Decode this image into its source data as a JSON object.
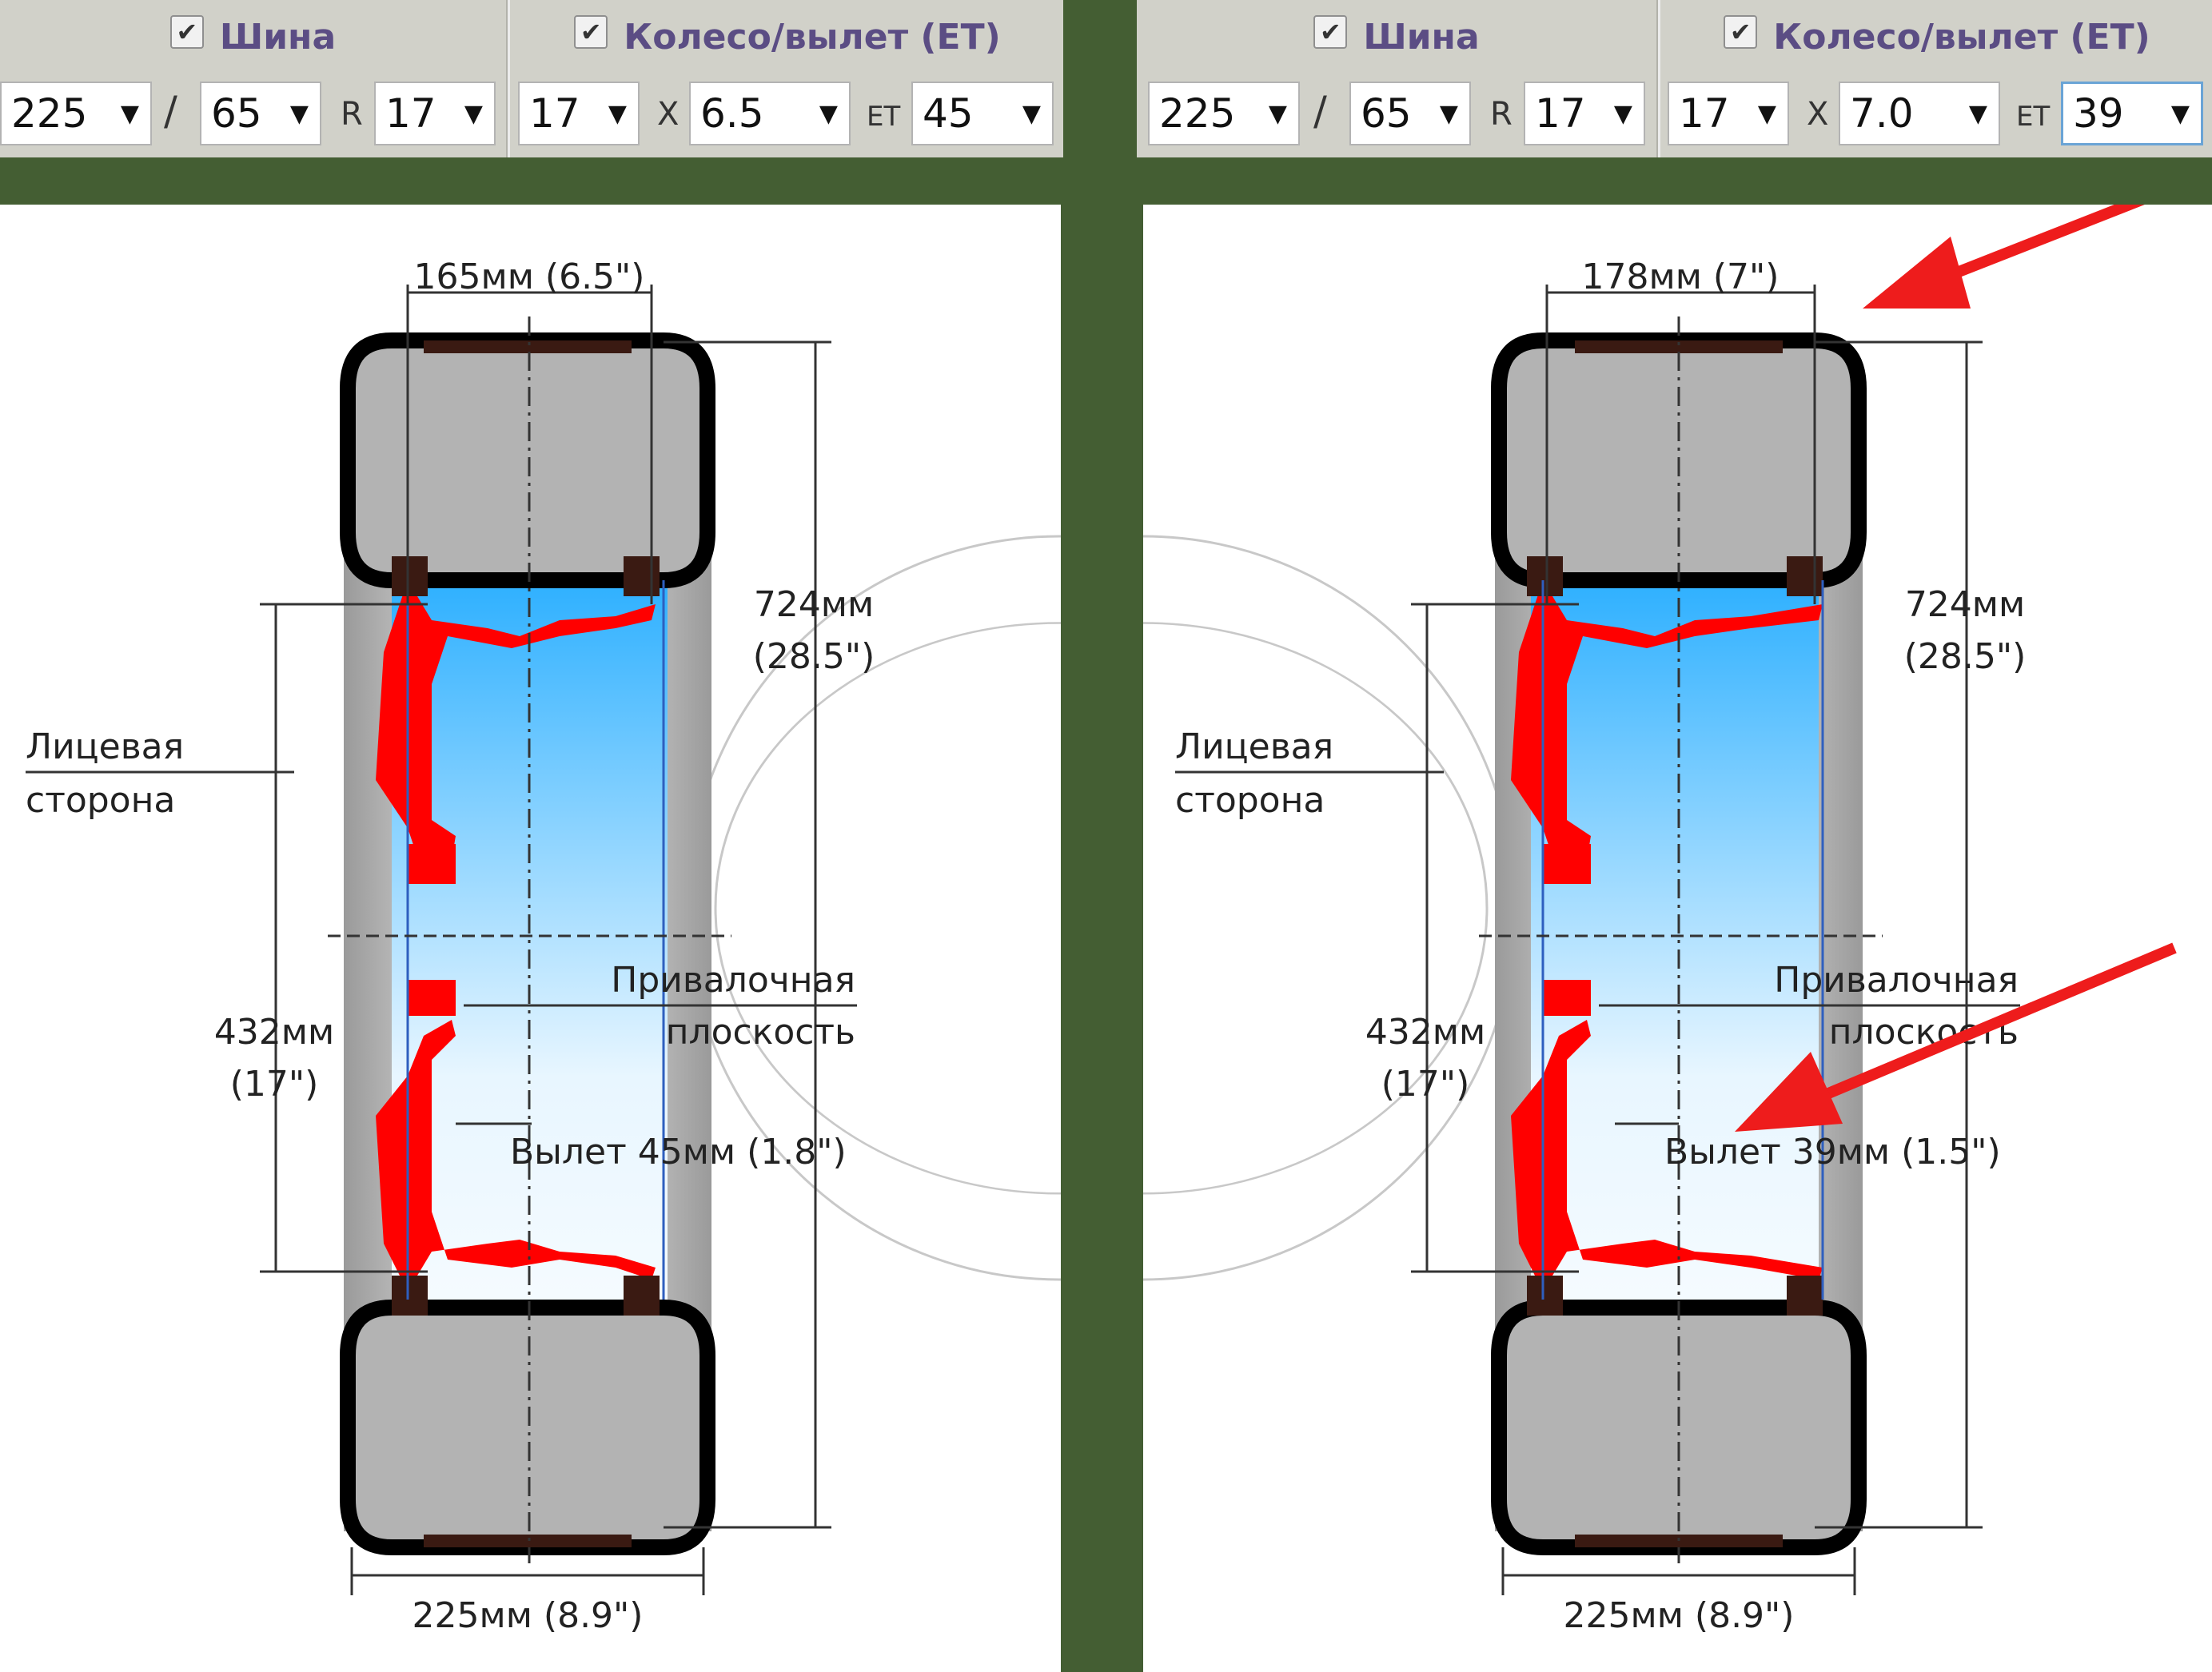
{
  "left": {
    "tire_label": "Шина",
    "wheel_label": "Колесо/вылет (ET)",
    "tire_width": "225",
    "slash": "/",
    "tire_profile": "65",
    "r_label": "R",
    "tire_diameter": "17",
    "rim_diameter": "17",
    "x_label": "X",
    "rim_width": "6.5",
    "et_label": "ET",
    "et_value": "45",
    "dim_rim_width": "165мм (6.5\")",
    "dim_tire_diameter_mm": "724мм",
    "dim_tire_diameter_in": "(28.5\")",
    "face_side_1": "Лицевая",
    "face_side_2": "сторона",
    "mount_plane_1": "Привалочная",
    "mount_plane_2": "плоскость",
    "dim_rim_diameter_mm": "432мм",
    "dim_rim_diameter_in": "(17\")",
    "offset_text": "Вылет 45мм (1.8\")",
    "dim_tire_width": "225мм (8.9\")"
  },
  "right": {
    "tire_label": "Шина",
    "wheel_label": "Колесо/вылет (ET)",
    "tire_width": "225",
    "slash": "/",
    "tire_profile": "65",
    "r_label": "R",
    "tire_diameter": "17",
    "rim_diameter": "17",
    "x_label": "X",
    "rim_width": "7.0",
    "et_label": "ET",
    "et_value": "39",
    "dim_rim_width": "178мм (7\")",
    "dim_tire_diameter_mm": "724мм",
    "dim_tire_diameter_in": "(28.5\")",
    "face_side_1": "Лицевая",
    "face_side_2": "сторона",
    "mount_plane_1": "Привалочная",
    "mount_plane_2": "плоскость",
    "dim_rim_diameter_mm": "432мм",
    "dim_rim_diameter_in": "(17\")",
    "offset_text": "Вылет 39мм (1.5\")",
    "dim_tire_width": "225мм (8.9\")"
  },
  "icons": {
    "dropdown": "▼",
    "check": "✔"
  },
  "colors": {
    "background": "#445e33",
    "toolbar": "#d1d1c9",
    "header_text": "#5b4d84",
    "rim": "#ff0000",
    "tire": "#b3b3b3",
    "tire_outline": "#000000",
    "rim_fill": "#40b8ff",
    "annotation_arrow": "#ee1c1c"
  }
}
